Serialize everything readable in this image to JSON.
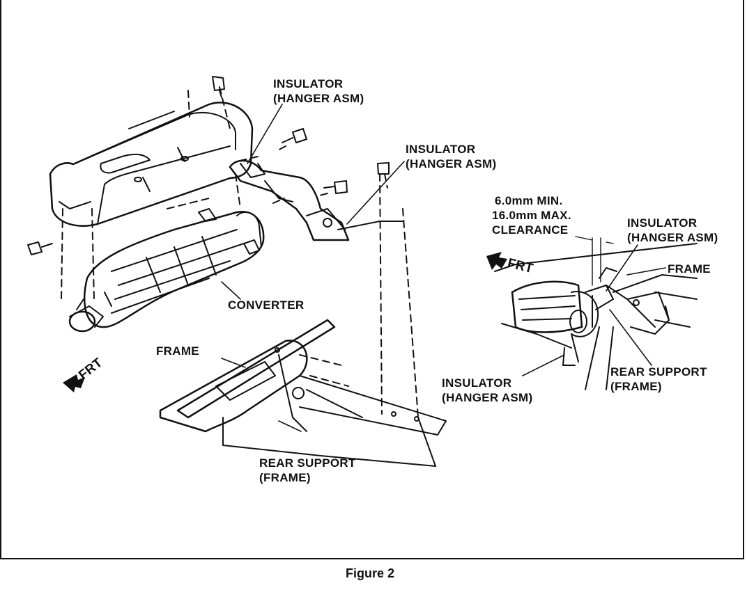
{
  "caption": "Figure 2",
  "labels": {
    "insulator_top_1": "INSULATOR",
    "insulator_top_2": "(HANGER ASM)",
    "insulator_mid_1": "INSULATOR",
    "insulator_mid_2": "(HANGER ASM)",
    "converter": "CONVERTER",
    "frame_left": "FRAME",
    "frt_left": "FRT",
    "rear_support_left_1": "REAR SUPPORT",
    "rear_support_left_2": "(FRAME)",
    "clearance_1": "6.0mm MIN.",
    "clearance_2": "16.0mm MAX.",
    "clearance_3": "CLEARANCE",
    "insulator_right_1": "INSULATOR",
    "insulator_right_2": "(HANGER ASM)",
    "frt_right": "FRT",
    "frame_right": "FRAME",
    "rear_support_right_1": "REAR SUPPORT",
    "rear_support_right_2": "(FRAME)",
    "insulator_bottom_1": "INSULATOR",
    "insulator_bottom_2": "(HANGER ASM)"
  },
  "colors": {
    "ink": "#111111",
    "paper": "#ffffff"
  }
}
